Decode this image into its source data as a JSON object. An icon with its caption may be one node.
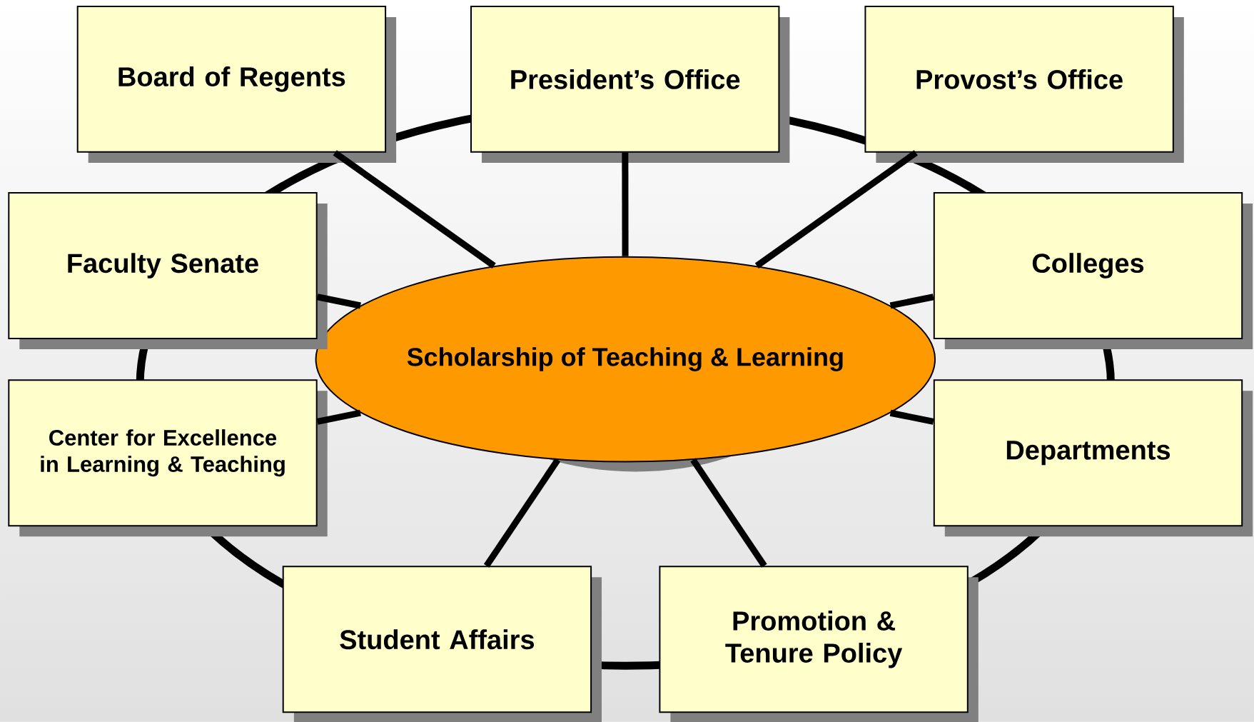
{
  "diagram": {
    "nodes": [
      {
        "text": [
          "Scholarship of Teaching & Learning"
        ]
      },
      {
        "text": [
          "Board of Regents"
        ]
      },
      {
        "text": [
          "President’s Office"
        ]
      },
      {
        "text": [
          "Provost’s Office"
        ]
      },
      {
        "text": [
          "Faculty Senate"
        ]
      },
      {
        "text": [
          "Colleges"
        ]
      },
      {
        "text": [
          "Center for Excellence in Learning & Teaching"
        ]
      },
      {
        "text": [
          "Departments"
        ]
      },
      {
        "text": [
          "Student Affairs"
        ]
      },
      {
        "text": [
          "Promotion & Tenure Policy"
        ]
      }
    ],
    "edges": [
      {
        "from": 0,
        "to": 1,
        "arrow": "none"
      },
      {
        "from": 0,
        "to": 2,
        "arrow": "none"
      },
      {
        "from": 0,
        "to": 3,
        "arrow": "none"
      },
      {
        "from": 0,
        "to": 4,
        "arrow": "none"
      },
      {
        "from": 0,
        "to": 5,
        "arrow": "none"
      },
      {
        "from": 0,
        "to": 6,
        "arrow": "none"
      },
      {
        "from": 0,
        "to": 7,
        "arrow": "none"
      },
      {
        "from": 0,
        "to": 8,
        "arrow": "none"
      },
      {
        "from": 0,
        "to": 9,
        "arrow": "none"
      }
    ]
  }
}
